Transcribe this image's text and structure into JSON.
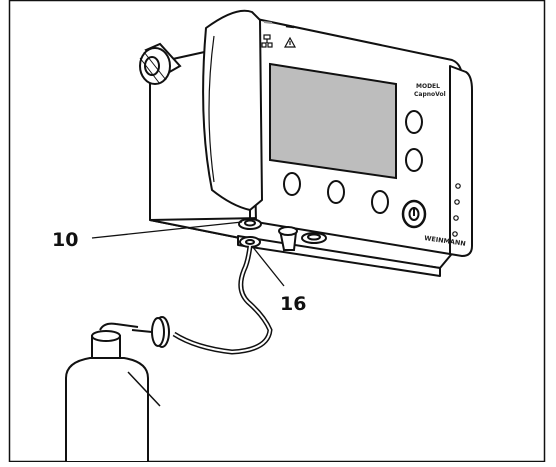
{
  "figure": {
    "type": "technical-illustration",
    "subject": "device with tube and bottle"
  },
  "device": {
    "model_label": "MODEL",
    "product_label": "CapnoVol",
    "brand_label": "WEINMANN",
    "power_symbol": "power-icon",
    "front_buttons": [
      "round-button-left",
      "round-button-middle",
      "round-button-right"
    ],
    "side_buttons": [
      "round-button-upper",
      "round-button-lower"
    ]
  },
  "callouts": [
    {
      "id": "callout-10",
      "number": "10",
      "target": "gas-outlet-port"
    },
    {
      "id": "callout-16",
      "number": "16",
      "target": "tube-connector"
    }
  ],
  "colors": {
    "line": "#111111",
    "screen": "#bdbdbd",
    "background": "#ffffff"
  }
}
